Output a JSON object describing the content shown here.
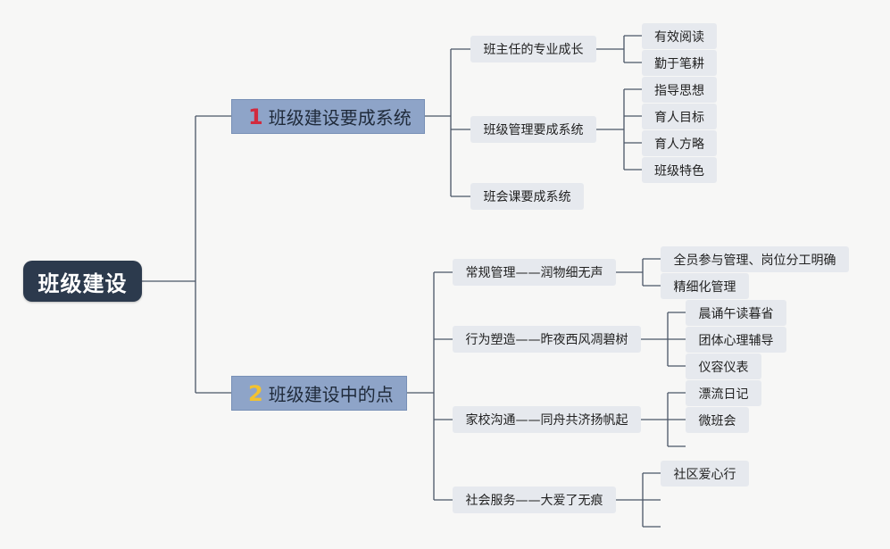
{
  "root": {
    "label": "班级建设"
  },
  "branches": [
    {
      "number": "1",
      "number_color": "#d22a3e",
      "label": "班级建设要成系统",
      "children": [
        {
          "label": "班主任的专业成长",
          "children": [
            "有效阅读",
            "勤于笔耕"
          ]
        },
        {
          "label": "班级管理要成系统",
          "children": [
            "指导思想",
            "育人目标",
            "育人方略",
            "班级特色"
          ]
        },
        {
          "label": "班会课要成系统",
          "children": []
        }
      ]
    },
    {
      "number": "2",
      "number_color": "#f2c230",
      "label": "班级建设中的点",
      "children": [
        {
          "label": "常规管理——润物细无声",
          "children": [
            "全员参与管理、岗位分工明确",
            "精细化管理"
          ]
        },
        {
          "label": "行为塑造——昨夜西风凋碧树",
          "children": [
            "晨诵午读暮省",
            "团体心理辅导",
            "仪容仪表"
          ]
        },
        {
          "label": "家校沟通——同舟共济扬帆起",
          "children": [
            "漂流日记",
            "微班会",
            ""
          ]
        },
        {
          "label": "社会服务——大爱了无痕",
          "children": [
            "社区爱心行",
            "",
            ""
          ]
        }
      ]
    }
  ],
  "colors": {
    "root_bg": "#2c3a4d",
    "branch_bg": "#8ea4c8",
    "node_bg": "#e6e9ee",
    "line": "#4a5566"
  }
}
